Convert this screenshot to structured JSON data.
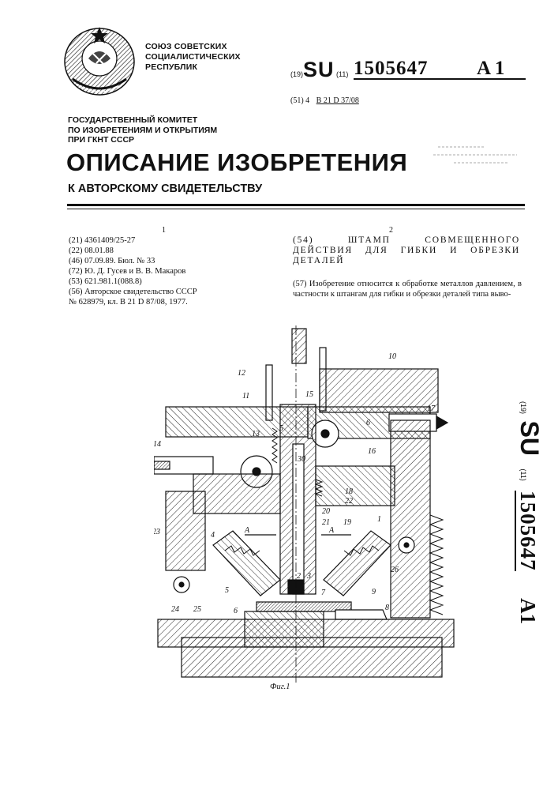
{
  "header": {
    "org_lines": [
      "СОЮЗ СОВЕТСКИХ",
      "СОЦИАЛИСТИЧЕСКИХ",
      "РЕСПУБЛИК"
    ],
    "pub_code_19": "(19)",
    "country": "SU",
    "pub_code_11": "(11)",
    "patent_number": "1505647",
    "kind": "A 1",
    "ipc_code_prefix": "(51) 4",
    "ipc_class": "B 21 D 37/08",
    "committee_lines": [
      "ГОСУДАРСТВЕННЫЙ КОМИТЕТ",
      "ПО ИЗОБРЕТЕНИЯМ И ОТКРЫТИЯМ",
      "ПРИ ГКНТ СССР"
    ],
    "doc_title": "ОПИСАНИЕ ИЗОБРЕТЕНИЯ",
    "doc_subtitle": "К АВТОРСКОМУ СВИДЕТЕЛЬСТВУ"
  },
  "columns": {
    "left": "1",
    "right": "2"
  },
  "bibliography": [
    "(21) 4361409/25-27",
    "(22) 08.01.88",
    "(46) 07.09.89. Бюл. № 33",
    "(72) Ю. Д. Гусев и В. В. Макаров",
    "(53) 621.981.1(088.8)",
    "(56) Авторское свидетельство СССР",
    "№ 628979, кл. В 21 D 87/08, 1977."
  ],
  "invention_title": "(54) ШТАМП СОВМЕЩЕННОГО ДЕЙСТВИЯ ДЛЯ ГИБКИ И ОБРЕЗКИ ДЕТАЛЕЙ",
  "abstract": "(57) Изобретение относится к обработке металлов давлением, в частности к штангам для гибки и обрезки деталей типа выво-",
  "figure": {
    "caption": "Фиг.1",
    "labels": [
      "10",
      "12",
      "11",
      "15",
      "17",
      "6",
      "16",
      "13",
      "5",
      "30",
      "14",
      "18",
      "22",
      "20",
      "21",
      "19",
      "1",
      "23",
      "4",
      "А",
      "А",
      "26",
      "2",
      "3",
      "5",
      "7",
      "9",
      "24",
      "25",
      "6",
      "8"
    ]
  },
  "side_stamp": {
    "code_19": "(19)",
    "country": "SU",
    "code_11": "(11)",
    "number": "1505647",
    "kind": "A1"
  }
}
